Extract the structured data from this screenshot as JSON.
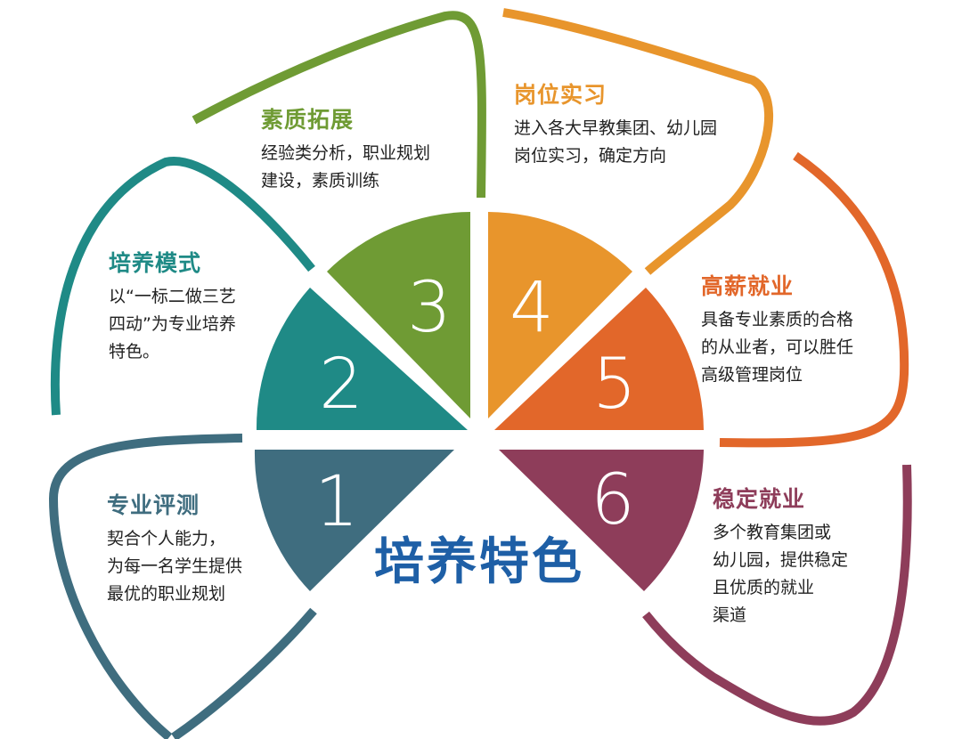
{
  "center_title": "培养特色",
  "colors": {
    "s1": "#3f6d7f",
    "s2": "#1f8a86",
    "s3": "#6f9b34",
    "s4": "#e8952c",
    "s5": "#e2672a",
    "s6": "#8e3d5a"
  },
  "segments": [
    {
      "number": "1",
      "title": "专业评测",
      "lines": [
        "契合个人能力，",
        "为每一名学生提供",
        "最优的职业规划"
      ]
    },
    {
      "number": "2",
      "title": "培养模式",
      "lines": [
        "以“一标二做三艺",
        "四动”为专业培养",
        "特色。"
      ]
    },
    {
      "number": "3",
      "title": "素质拓展",
      "lines": [
        "经验类分析，职业规划",
        "建设，素质训练"
      ]
    },
    {
      "number": "4",
      "title": "岗位实习",
      "lines": [
        "进入各大早教集团、幼儿园",
        "岗位实习，确定方向"
      ]
    },
    {
      "number": "5",
      "title": "高薪就业",
      "lines": [
        "具备专业素质的合格",
        "的从业者，可以胜任",
        "高级管理岗位"
      ]
    },
    {
      "number": "6",
      "title": "稳定就业",
      "lines": [
        "多个教育集团或",
        "幼儿园，提供稳定",
        "且优质的就业",
        "渠道"
      ]
    }
  ]
}
